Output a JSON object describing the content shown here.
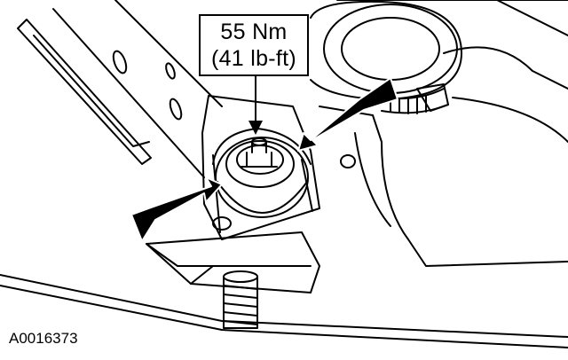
{
  "callout": {
    "metric": "55 Nm",
    "imperial": "(41 lb-ft)"
  },
  "figure_id": "A0016373",
  "colors": {
    "ink": "#000000",
    "paper": "#ffffff",
    "arrow_fill": "#000000"
  },
  "icons": [
    "arrow-left-pointer",
    "arrow-right-pointer",
    "callout-leader-arrow"
  ]
}
